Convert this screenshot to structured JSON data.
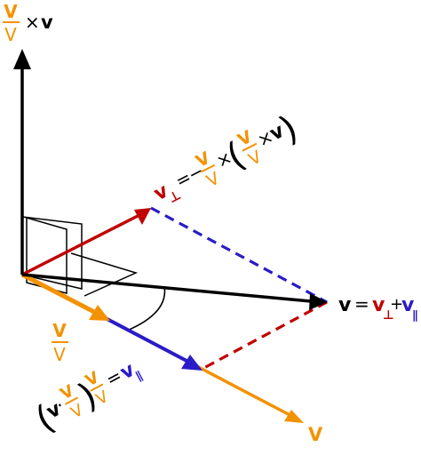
{
  "colors": {
    "orange": "#f39200",
    "red": "#c00000",
    "blue": "#2a1cc8",
    "black": "#000000"
  },
  "symbols": {
    "vec_v": "v",
    "vec_V": "V",
    "scalar_V": "V",
    "cross": "×",
    "dot": "·",
    "equals": "=",
    "minus": "−",
    "plus": "+",
    "perp": "⊥",
    "parallel": "∥",
    "lparen": "(",
    "rparen": ")"
  },
  "labels": {
    "top_axis": "V/V × v",
    "v_perp": "v⊥ = − V/V × (V/V × v)",
    "v_sum": "v = v⊥ + v∥",
    "unit_V": "V/V",
    "v_par": "(v· V/V) V/V = v∥",
    "V_axis": "V"
  }
}
